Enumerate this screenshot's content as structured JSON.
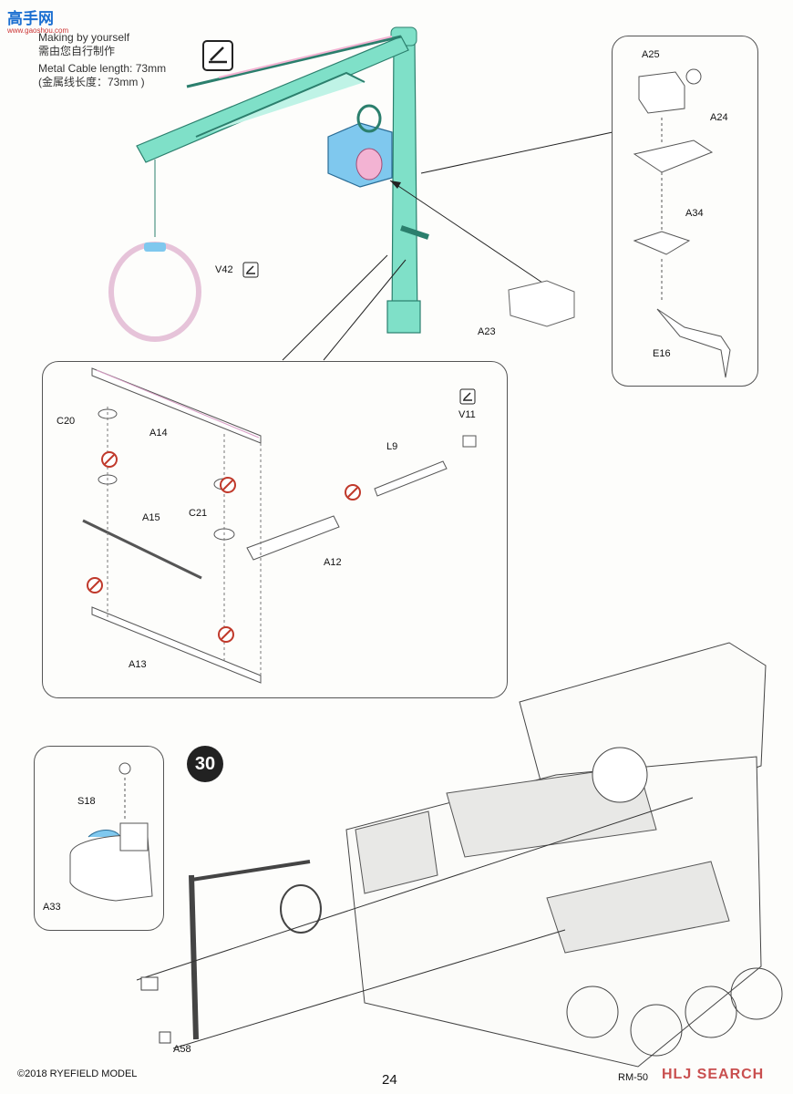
{
  "watermark_top": {
    "text": "高手网",
    "sub": "www.gaoshou.com"
  },
  "instruction_notes": {
    "making_en": "Making by yourself",
    "making_cn": "需由您自行制作",
    "cable_en": "Metal Cable length: 73mm",
    "cable_cn": "(金属线长度：73mm )"
  },
  "part_labels": {
    "v42": "V42",
    "a23": "A23",
    "a25": "A25",
    "a24": "A24",
    "a34": "A34",
    "e16": "E16",
    "c20": "C20",
    "a14": "A14",
    "v11": "V11",
    "l9": "L9",
    "c21": "C21",
    "a15": "A15",
    "a12": "A12",
    "a13": "A13",
    "s18": "S18",
    "a33": "A33",
    "a58": "A58"
  },
  "step_number": "30",
  "footer": {
    "copyright": "©2018 RYEFIELD MODEL",
    "page_number": "24",
    "model_code": "RM-50",
    "watermark_search": "HLJ SEARCH"
  },
  "colors": {
    "crane_teal": "#7fe0c8",
    "winch_blue": "#7fc8ee",
    "cable_pink": "#f3b3d3",
    "caution_red": "#c0392b"
  },
  "icons": [
    "checkmark-box-icon",
    "no-glue-icon"
  ]
}
